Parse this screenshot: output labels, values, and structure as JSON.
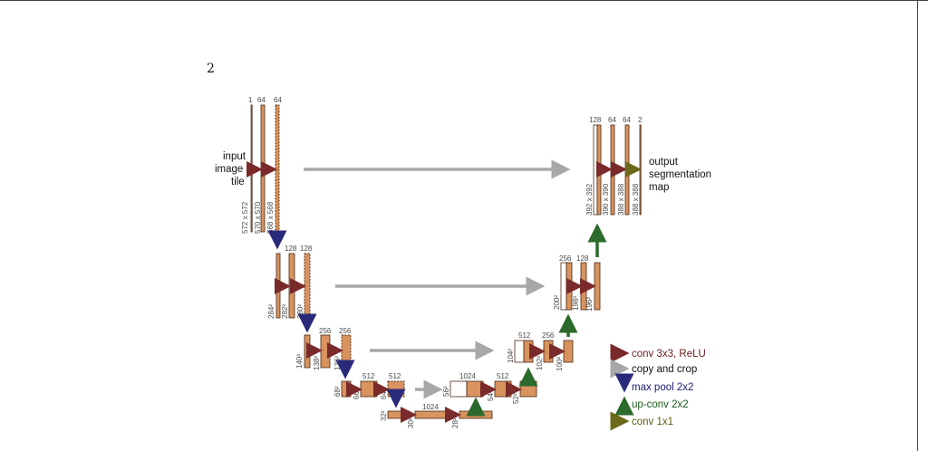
{
  "page_number": "2",
  "labels": {
    "input_line1": "input",
    "input_line2": "image",
    "input_line3": "tile",
    "output_line1": "output",
    "output_line2": "segmentation",
    "output_line3": "map"
  },
  "channels": {
    "c1": "1",
    "c64a": "64",
    "c64b": "64",
    "c128a": "128",
    "c128b": "128",
    "c256a": "256",
    "c256b": "256",
    "c512a": "512",
    "c512b": "512",
    "c1024a": "1024",
    "u1024": "1024",
    "u512": "512",
    "u512b": "512",
    "u256": "256",
    "u256b": "256",
    "u128": "128",
    "u128b": "128",
    "u64a": "64",
    "u64b": "64",
    "u2": "2"
  },
  "sizes": {
    "s572": "572 x 572",
    "s570": "570 x 570",
    "s568": "568 x 568",
    "s284": "284²",
    "s282": "282²",
    "s280": "280²",
    "s140": "140²",
    "s138": "138²",
    "s136": "136²",
    "s68": "68²",
    "s66": "66²",
    "s64": "64²",
    "s32": "32²",
    "s30": "30²",
    "s28": "28²",
    "s56": "56²",
    "s54": "54²",
    "s52": "52²",
    "s104": "104²",
    "s102": "102²",
    "s100": "100²",
    "s200": "200²",
    "s198": "198²",
    "s196": "196²",
    "s392": "392 x 392",
    "s390": "390 x 390",
    "s388a": "388 x 388",
    "s388b": "388 x 388"
  },
  "legend": [
    {
      "label": "conv 3x3, ReLU",
      "color": "#6b1a1a",
      "icon": "right-arrow-icon"
    },
    {
      "label": "copy and crop",
      "color": "#111111",
      "icon": "gray-arrow-icon"
    },
    {
      "label": "max pool 2x2",
      "color": "#1a1a6b",
      "icon": "down-arrow-icon"
    },
    {
      "label": "up-conv 2x2",
      "color": "#1a5a1a",
      "icon": "up-arrow-icon"
    },
    {
      "label": "conv 1x1",
      "color": "#5a5a10",
      "icon": "right-arrow-icon"
    }
  ],
  "colors": {
    "block": "#d8935f",
    "conv_arrow": "#7a2a2a",
    "copy_arrow": "#a8a8a8",
    "pool_arrow": "#2a2a7a",
    "upconv_arrow": "#2a6a2a",
    "conv1x1_arrow": "#6a6a1a"
  }
}
